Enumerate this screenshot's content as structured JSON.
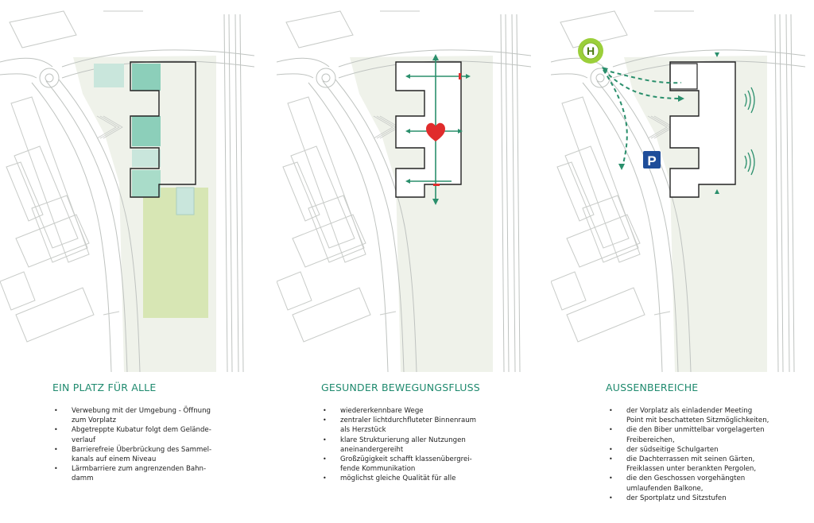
{
  "panels": [
    {
      "heading": "EIN PLATZ FÜR ALLE",
      "bullets": [
        {
          "lines": [
            "Verwebung mit der Umgebung - Öffnung",
            "zum Vorplatz"
          ]
        },
        {
          "lines": [
            "Abgetreppte Kubatur folgt dem Gelände-",
            "verlauf"
          ]
        },
        {
          "lines": [
            "Barrierefreie Überbrückung des Sammel-",
            "kanals auf einem Niveau"
          ]
        },
        {
          "lines": [
            "Lärmbarriere zum angrenzenden Bahn-",
            "damm"
          ]
        }
      ]
    },
    {
      "heading": "GESUNDER BEWEGUNGSFLUSS",
      "bullets": [
        {
          "lines": [
            "wiedererkennbare Wege"
          ]
        },
        {
          "lines": [
            "zentraler lichtdurchfluteter Binnenraum",
            "als Herzstück"
          ]
        },
        {
          "lines": [
            "klare Strukturierung aller Nutzungen",
            "aneinandergereiht"
          ]
        },
        {
          "lines": [
            "Großzügigkeit schafft klassenübergrei-",
            "fende Kommunikation"
          ]
        },
        {
          "lines": [
            "möglichst gleiche Qualität für alle"
          ]
        }
      ]
    },
    {
      "heading": "AUSSENBEREICHE",
      "bullets": [
        {
          "lines": [
            "der Vorplatz als einladender Meeting",
            "Point mit beschatteten Sitzmöglichkeiten,"
          ]
        },
        {
          "lines": [
            "die den Biber unmittelbar vorgelagerten",
            "Freibereichen,"
          ]
        },
        {
          "lines": [
            "der südseitige Schulgarten"
          ]
        },
        {
          "lines": [
            "die Dachterrassen mit seinen Gärten,",
            "Freiklassen unter berankten Pergolen,"
          ]
        },
        {
          "lines": [
            "die den Geschossen vorgehängten",
            "umlaufenden  Balkone,"
          ]
        },
        {
          "lines": [
            "der Sportplatz und Sitzstufen"
          ]
        }
      ]
    }
  ],
  "bullet_char": "•",
  "map_symbols": {
    "bus_stop": "H",
    "parking": "P"
  },
  "colors": {
    "heading": "#1f8a6e",
    "site": "#eff2ea",
    "garden": "#d7e6b4",
    "teal_block": "#8ccfba",
    "light_block": "#c9e6dc",
    "path": "#2a8f6c",
    "heart": "#e02c2c",
    "bus_stop": "#9bcf3a",
    "parking": "#1f4e9a"
  },
  "icons": [
    "bus-stop-icon",
    "parking-icon",
    "heart-icon",
    "sound-wave-icon",
    "triangle-marker-icon"
  ]
}
